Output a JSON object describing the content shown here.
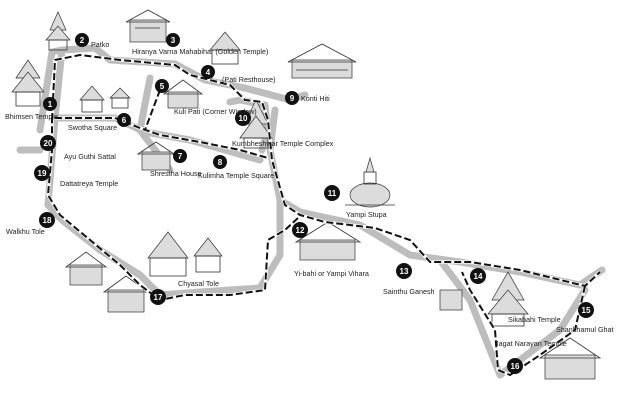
{
  "colors": {
    "route": "#111111",
    "street": "#bdbdbd",
    "marker": "#111111",
    "marker_text": "#ffffff",
    "label": "#222222"
  },
  "icons": [
    "temple-sketch-icon",
    "stupa-sketch-icon",
    "house-sketch-icon"
  ],
  "markers": [
    {
      "num": "1",
      "label": "Bhimsen Temple"
    },
    {
      "num": "2",
      "label": "Patko"
    },
    {
      "num": "3",
      "label": "Hiranya Varna Mahabihar (Golden Temple)"
    },
    {
      "num": "4",
      "label": "(Pati Resthouse)"
    },
    {
      "num": "5",
      "label": "Kuli Pati (Corner Window)"
    },
    {
      "num": "6",
      "label": "Swotha Square"
    },
    {
      "num": "7",
      "label": "Shrestha House"
    },
    {
      "num": "8",
      "label": "Kulimha Temple Square"
    },
    {
      "num": "9",
      "label": "Konti Hiti"
    },
    {
      "num": "10",
      "label": "Kumbheshwar Temple Complex"
    },
    {
      "num": "11",
      "label": "Yampi Stupa"
    },
    {
      "num": "12",
      "label": "Yi-bahi or Yampi Vihara"
    },
    {
      "num": "13",
      "label": "Sainthu Ganesh"
    },
    {
      "num": "14",
      "label": ""
    },
    {
      "num": "15",
      "label": "Shankhamul Ghat"
    },
    {
      "num": "16",
      "label": "Jagat Narayan Temple"
    },
    {
      "num": "17",
      "label": "Chyasal Tole"
    },
    {
      "num": "18",
      "label": "Walkhu Tole"
    },
    {
      "num": "19",
      "label": "Dattatreya Temple"
    },
    {
      "num": "20",
      "label": "Ayu Guthi Sattal"
    }
  ],
  "extra_labels": {
    "sikabahi": "Sikabahi Temple"
  }
}
